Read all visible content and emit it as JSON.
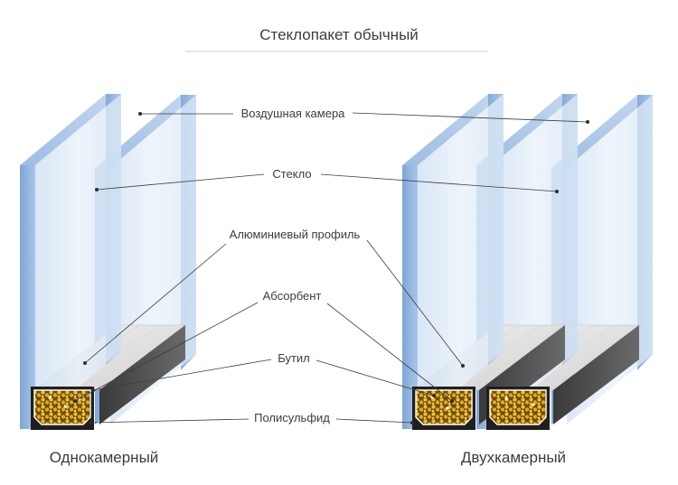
{
  "title": "Стеклопакет обычный",
  "labels": {
    "air_chamber": "Воздушная камера",
    "glass": "Стекло",
    "aluminum_profile": "Алюминиевый профиль",
    "absorbent": "Абсорбент",
    "butyl": "Бутил",
    "polysulfide": "Полисульфид"
  },
  "captions": {
    "single_chamber": "Однокамерный",
    "double_chamber": "Двухкамерный"
  },
  "colors": {
    "glass_front": "#dbe8f5",
    "glass_edge": "#a9c4e4",
    "glass_side": "#8fb2dd",
    "absorbent_fill": "#e6b422",
    "sealant": "#2b2b2b",
    "text": "#3c3c3c"
  }
}
